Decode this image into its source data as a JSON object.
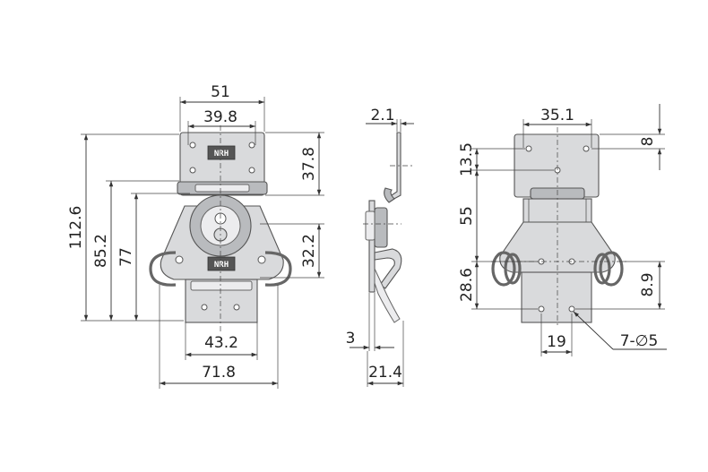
{
  "front_view": {
    "logo": "NRH",
    "logo_lower": "NRH",
    "dims": {
      "width_top_outer": "51",
      "width_top_inner": "39.8",
      "height_top_plate": "37.8",
      "height_total": "112.6",
      "height_mid": "85.2",
      "height_inner": "77",
      "height_hook": "32.2",
      "width_bottom_inner": "43.2",
      "width_bottom_outer": "71.8"
    }
  },
  "side_view": {
    "dims": {
      "thickness_top": "2.1",
      "thickness_bottom": "3",
      "depth_total": "21.4"
    }
  },
  "back_view": {
    "dims": {
      "width_top": "35.1",
      "offset_top": "8",
      "height_top": "13.5",
      "height_mid": "55",
      "height_bottom": "28.6",
      "offset_bottom": "8.9",
      "width_bottom": "19",
      "hole_callout": "7-∅5"
    }
  }
}
